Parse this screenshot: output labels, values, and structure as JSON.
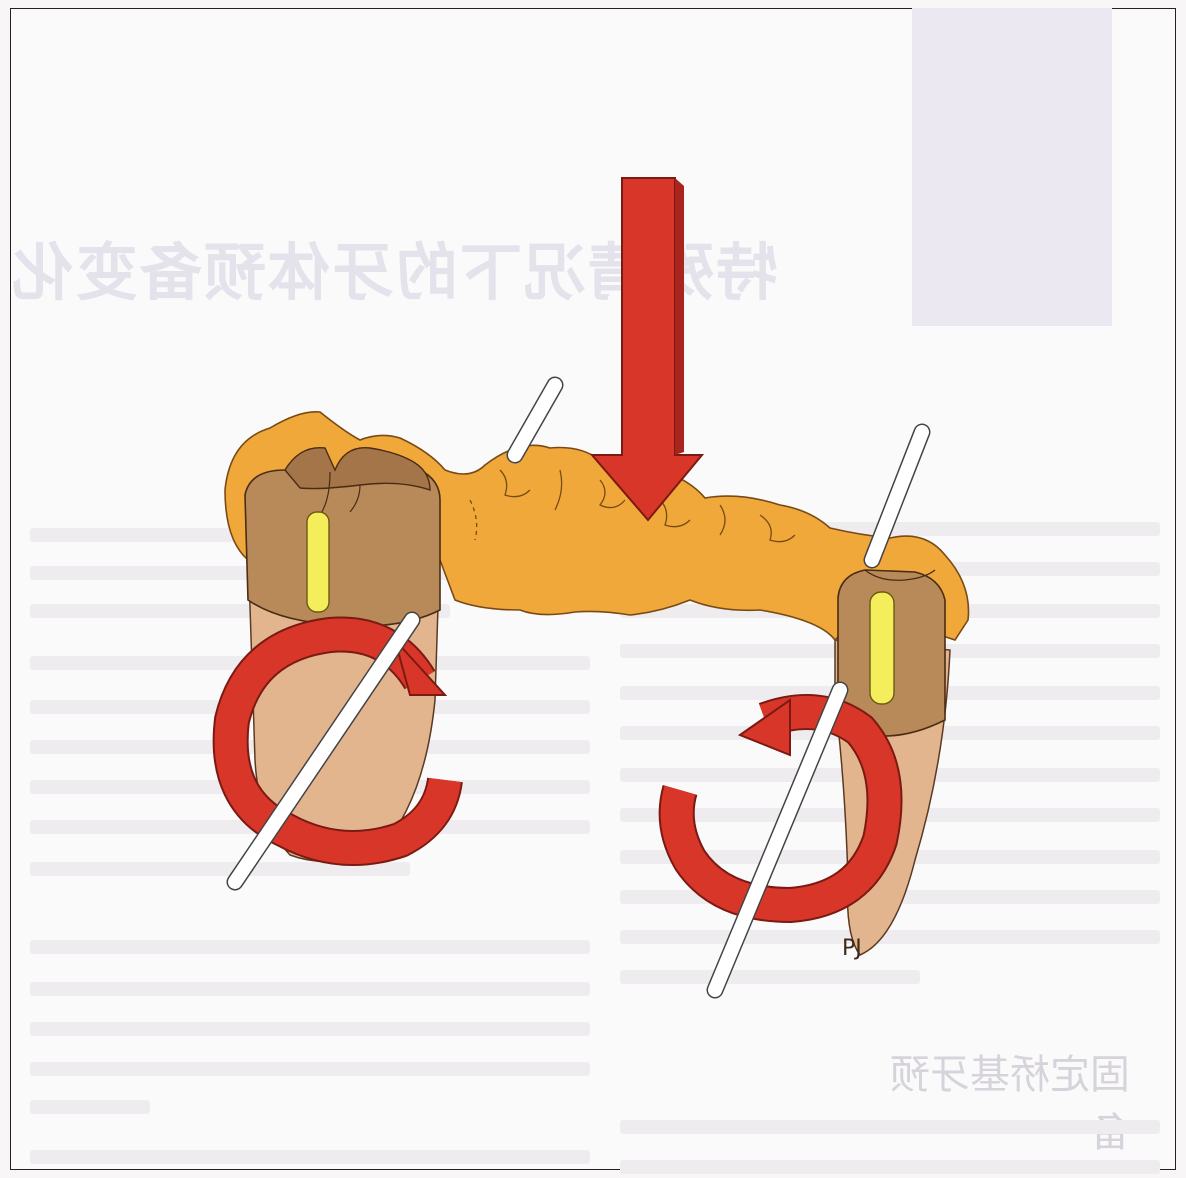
{
  "signature": "PJ",
  "bleed_through": {
    "title": "特殊情况下的牙体预备变化",
    "heading": "固定桥基牙预备"
  },
  "colors": {
    "bridge": "#f0a83a",
    "tooth_crown": "#b88a5a",
    "root": "#e3b58f",
    "post": "#f4ee5c",
    "arrow": "#d9362a",
    "axis_rod": "#ffffff"
  },
  "icons": [
    "force-arrow-icon",
    "rotation-arrow-left-icon",
    "rotation-arrow-right-icon"
  ]
}
